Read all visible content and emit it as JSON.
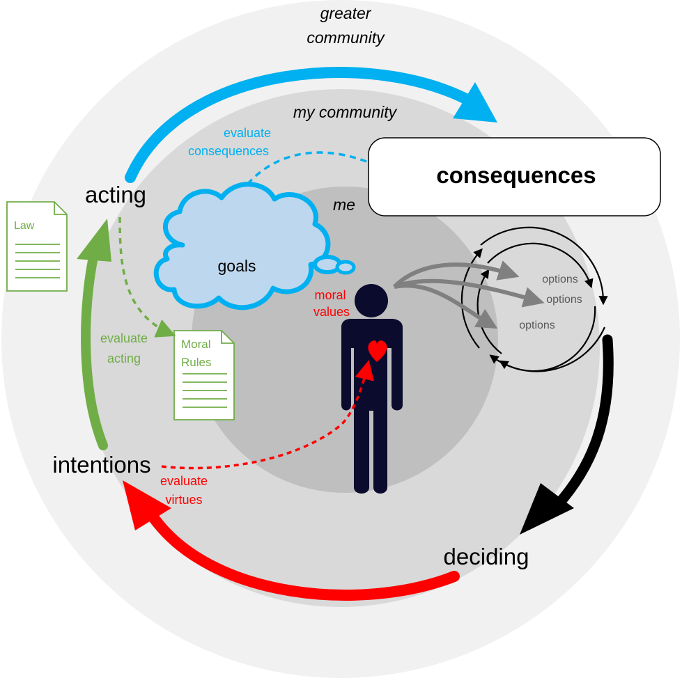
{
  "rings": {
    "outer_label_line1": "greater",
    "outer_label_line2": "community",
    "middle_label": "my community",
    "inner_label": "me"
  },
  "stages": {
    "acting": "acting",
    "intentions": "intentions",
    "deciding": "deciding"
  },
  "consequences_box": "consequences",
  "goals": "goals",
  "person": {
    "values_line1": "moral",
    "values_line2": "values"
  },
  "options": [
    "options",
    "options",
    "options"
  ],
  "evaluations": {
    "consequences_line1": "evaluate",
    "consequences_line2": "consequences",
    "acting_line1": "evaluate",
    "acting_line2": "acting",
    "virtues_line1": "evaluate",
    "virtues_line2": "virtues"
  },
  "documents": {
    "law": "Law",
    "moral_line1": "Moral",
    "moral_line2": "Rules"
  },
  "colors": {
    "outer_ring": "#f1f1f1",
    "middle_ring": "#d9d9d9",
    "inner_ring": "#bfbfbf",
    "acting_arrow": "#00b0f0",
    "intentions_arrow": "#70ad47",
    "deciding_arrow": "#000000",
    "virtues_arrow": "#ff0000",
    "goals_fill": "#bdd7ee",
    "person": "#0b0b2e",
    "heart": "#ff0000",
    "doc_border": "#70ad47",
    "option_arrows": "#808080"
  }
}
